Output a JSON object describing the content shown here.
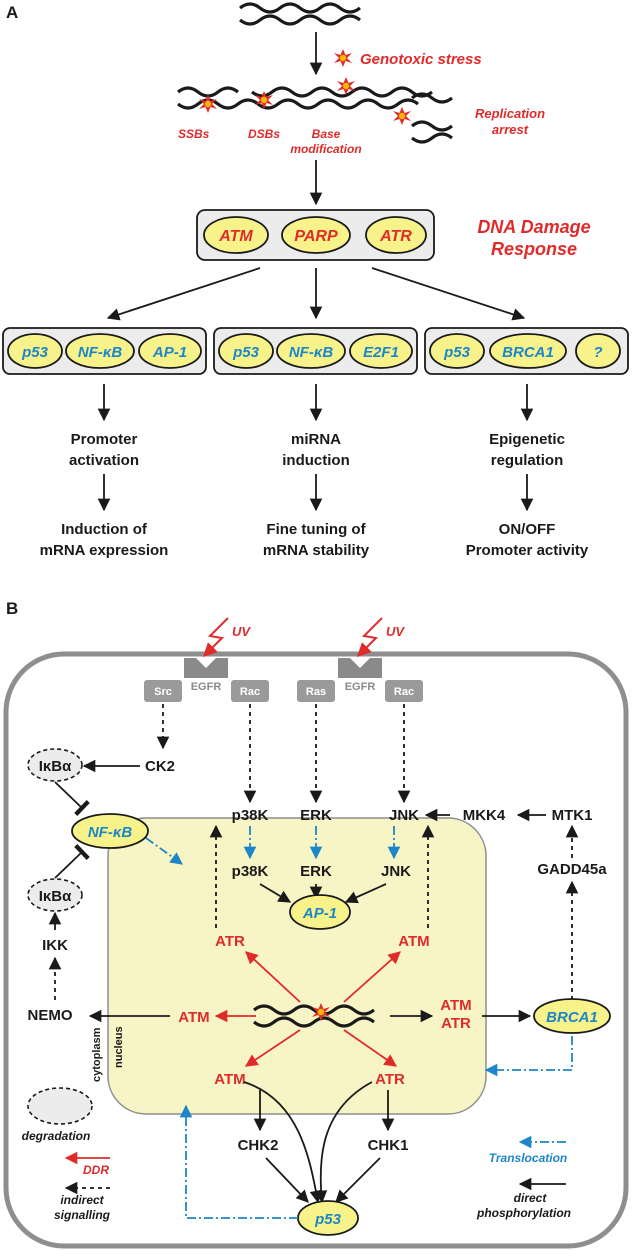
{
  "panel_a": {
    "letter": "A",
    "stress_label": "Genotoxic stress",
    "lesions": {
      "ssb": "SSBs",
      "dsb": "DSBs",
      "base": "Base",
      "base2": "modification",
      "rep": "Replication",
      "rep2": "arrest"
    },
    "ddr": {
      "proteins": [
        "ATM",
        "PARP",
        "ATR"
      ],
      "title1": "DNA Damage",
      "title2": "Response"
    },
    "branches": [
      {
        "factors": [
          "p53",
          "NF-κB",
          "AP-1"
        ],
        "step1": [
          "Promoter",
          "activation"
        ],
        "step2": [
          "Induction of",
          "mRNA expression"
        ]
      },
      {
        "factors": [
          "p53",
          "NF-κB",
          "E2F1"
        ],
        "step1": [
          "miRNA",
          "induction"
        ],
        "step2": [
          "Fine tuning of",
          "mRNA stability"
        ]
      },
      {
        "factors": [
          "p53",
          "BRCA1",
          "?"
        ],
        "step1": [
          "Epigenetic",
          "regulation"
        ],
        "step2": [
          "ON/OFF",
          "Promoter activity"
        ]
      }
    ]
  },
  "panel_b": {
    "letter": "B",
    "uv": "UV",
    "receptor": "EGFR",
    "tabs": [
      "Src",
      "Rac",
      "Ras",
      "Rac"
    ],
    "cyto": {
      "ikba": "IκBα",
      "ck2": "CK2",
      "nfkb": "NF-κB",
      "ikk": "IKK",
      "nemo": "NEMO",
      "p38k": "p38K",
      "erk": "ERK",
      "jnk": "JNK",
      "mkk4": "MKK4",
      "mtk1": "MTK1",
      "gadd45a": "GADD45a",
      "brca1": "BRCA1",
      "p53": "p53"
    },
    "nuc": {
      "p38k": "p38K",
      "erk": "ERK",
      "jnk": "JNK",
      "ap1": "AP-1",
      "atr": "ATR",
      "atm": "ATM",
      "chk2": "CHK2",
      "chk1": "CHK1"
    },
    "compartments": {
      "cytoplasm": "cytoplasm",
      "nucleus": "nucleus"
    },
    "legend": {
      "degradation": "degradation",
      "ddr": "DDR",
      "indirect1": "indirect",
      "indirect2": "signalling",
      "translocation": "Translocation",
      "direct1": "direct",
      "direct2": "phosphorylation"
    }
  },
  "colors": {
    "red": "#e02b2b",
    "blue": "#1c86c8",
    "yellow": "#f7f28a",
    "nucleus": "#f7f5c6",
    "gray": "#9a9a9a"
  }
}
